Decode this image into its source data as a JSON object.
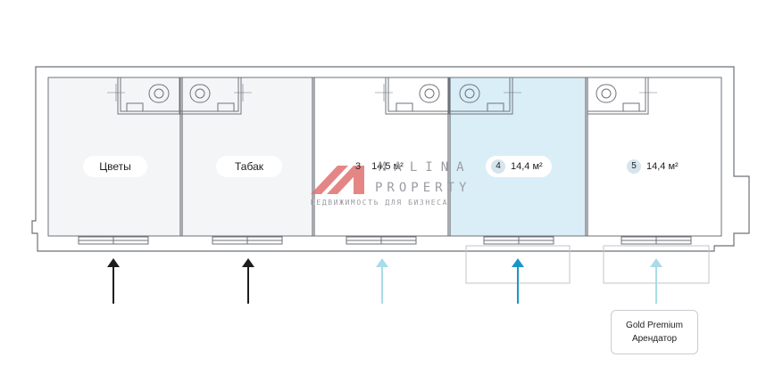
{
  "units": [
    {
      "id": "flowers",
      "label": "Цветы",
      "state": "occupied"
    },
    {
      "id": "tobacco",
      "label": "Табак",
      "state": "occupied"
    },
    {
      "id": "unit3",
      "number": "3",
      "area": "14,5 м²",
      "state": "available"
    },
    {
      "id": "unit4",
      "number": "4",
      "area": "14,4 м²",
      "state": "selected"
    },
    {
      "id": "unit5",
      "number": "5",
      "area": "14,4 м²",
      "state": "available"
    }
  ],
  "watermark": {
    "brand_top": "MALINA",
    "brand_bottom": "PROPERTY",
    "tagline": "НЕДВИЖИМОСТЬ ДЛЯ БИЗНЕСА"
  },
  "tenant_card": {
    "line1": "Gold Premium",
    "line2": "Арендатор"
  },
  "colors": {
    "occupied_fill": "#f4f5f7",
    "selected_fill": "#daeef8",
    "wall": "#6e7278",
    "arrow_occupied": "#1d1d1f",
    "arrow_available": "#a9dbea",
    "arrow_selected": "#1a95c8",
    "watermark_red": "#e07272"
  }
}
